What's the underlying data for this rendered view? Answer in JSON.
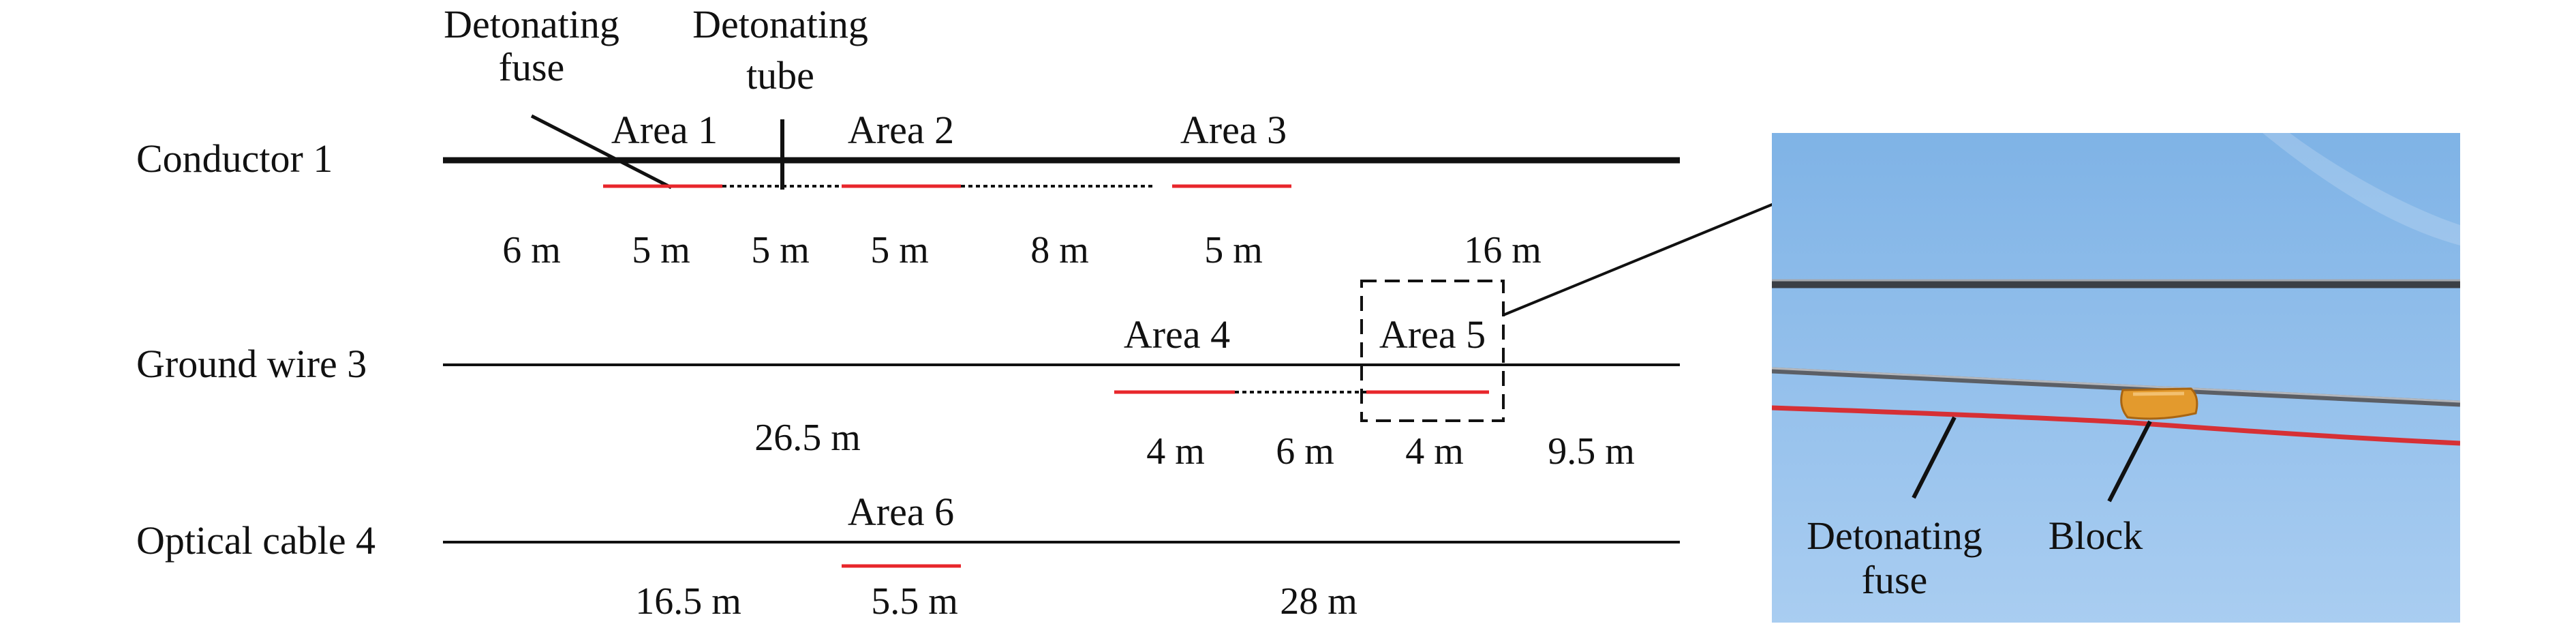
{
  "colors": {
    "wire": "#111111",
    "blasting_area": "#e8262b",
    "sky_top": "#7fb3e6",
    "sky_bottom": "#a9cdf1",
    "block": "#e39a2d",
    "photo_fuse": "#d63035"
  },
  "annotations": {
    "detonating_fuse": [
      "Detonating",
      "fuse"
    ],
    "detonating_tube": [
      "Detonating",
      "tube"
    ]
  },
  "lines": [
    {
      "label": "Conductor 1",
      "areas": [
        "Area 1",
        "Area 2",
        "Area 3"
      ],
      "segments": [
        "6 m",
        "5 m",
        "5 m",
        "5 m",
        "8 m",
        "5 m",
        "16 m"
      ]
    },
    {
      "label": "Ground wire 3",
      "areas": [
        "Area 4",
        "Area 5"
      ],
      "segments": [
        "26.5 m",
        "4 m",
        "6 m",
        "4 m",
        "9.5 m"
      ]
    },
    {
      "label": "Optical cable 4",
      "areas": [
        "Area 6"
      ],
      "segments": [
        "16.5 m",
        "5.5 m",
        "28 m"
      ]
    }
  ],
  "photo": {
    "labels": {
      "fuse": [
        "Detonating",
        "fuse"
      ],
      "block": "Block"
    }
  }
}
